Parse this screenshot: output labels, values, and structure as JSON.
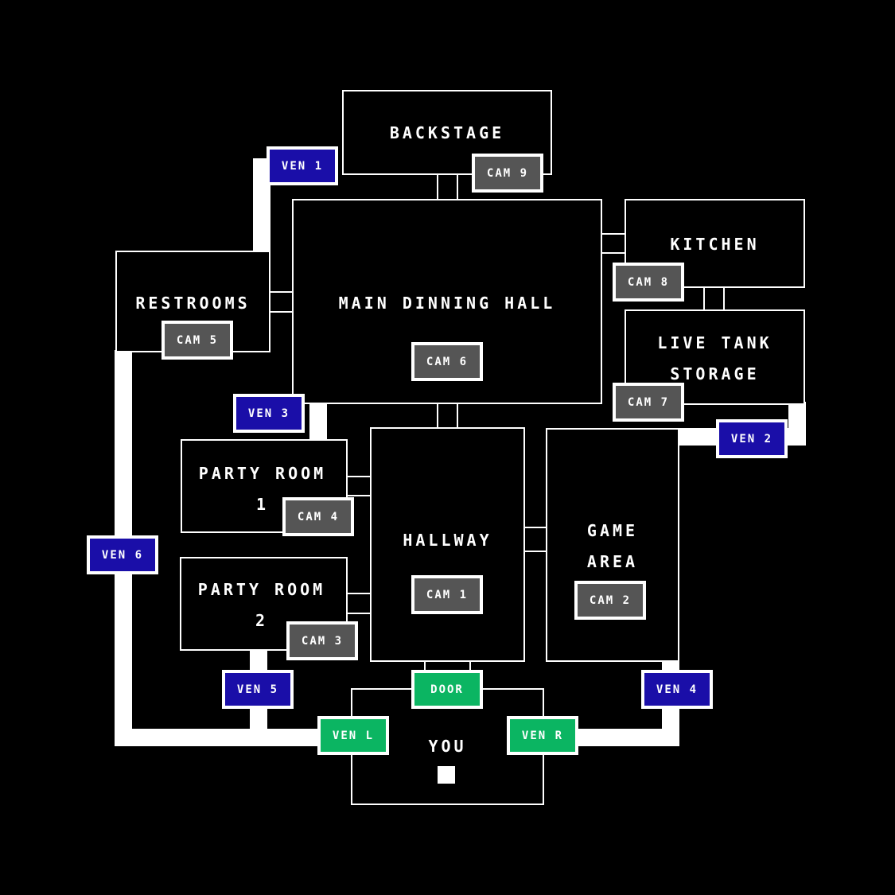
{
  "colors": {
    "background": "#000000",
    "line": "#ffffff",
    "camera": "#555555",
    "vent": "#1a0ea8",
    "control": "#0bb562"
  },
  "rooms": {
    "backstage": "BACKSTAGE",
    "main_hall": "MAIN DINNING HALL",
    "kitchen": "KITCHEN",
    "restrooms": "RESTROOMS",
    "live_tank_line1": "LIVE TANK",
    "live_tank_line2": "STORAGE",
    "party_room_1_line1": "PARTY ROOM",
    "party_room_1_line2": "1",
    "party_room_2_line1": "PARTY ROOM",
    "party_room_2_line2": "2",
    "hallway": "HALLWAY",
    "game_area_line1": "GAME",
    "game_area_line2": "AREA",
    "you": "YOU"
  },
  "cameras": {
    "cam1": "CAM 1",
    "cam2": "CAM 2",
    "cam3": "CAM 3",
    "cam4": "CAM 4",
    "cam5": "CAM 5",
    "cam6": "CAM 6",
    "cam7": "CAM 7",
    "cam8": "CAM 8",
    "cam9": "CAM 9"
  },
  "vents": {
    "ven1": "VEN 1",
    "ven2": "VEN 2",
    "ven3": "VEN 3",
    "ven4": "VEN 4",
    "ven5": "VEN 5",
    "ven6": "VEN 6"
  },
  "controls": {
    "door": "DOOR",
    "vent_left": "VEN L",
    "vent_right": "VEN R"
  }
}
